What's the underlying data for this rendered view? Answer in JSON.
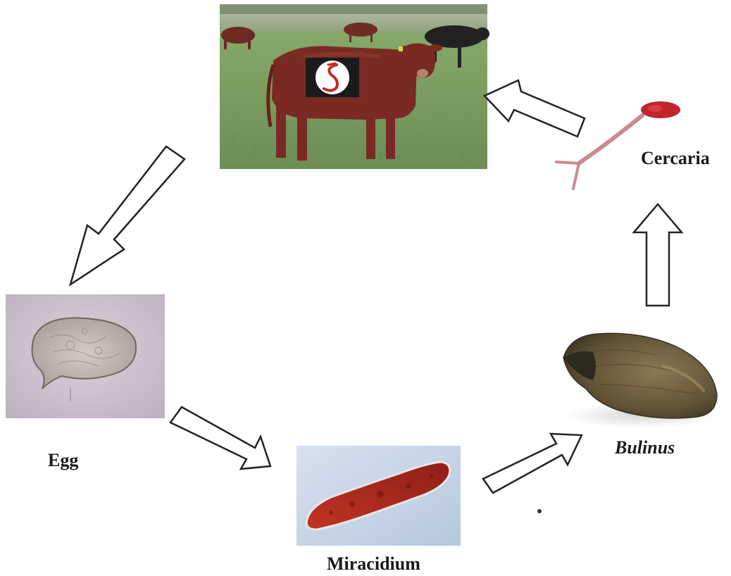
{
  "stages": {
    "host": {
      "name": "cattle-host-photo"
    },
    "egg": {
      "label": "Egg"
    },
    "miracidium": {
      "label": "Miracidium"
    },
    "snail": {
      "label": "Bulinus"
    },
    "cercaria": {
      "label": "Cercaria"
    }
  },
  "cycle_order": [
    "host",
    "egg",
    "miracidium",
    "snail",
    "cercaria",
    "host"
  ],
  "colors": {
    "arrow_fill": "#ffffff",
    "arrow_stroke": "#222222",
    "grass": "#7a9a63",
    "cow": "#7a2a22",
    "egg_bg": "#cfc7d0",
    "miracidium_bg": "#c8d6e8",
    "miracidium_body": "#b5281d",
    "snail_shell": "#6e6040",
    "cercaria": "#c98a95"
  },
  "icons": {
    "logo": "spiral-logo-icon"
  }
}
